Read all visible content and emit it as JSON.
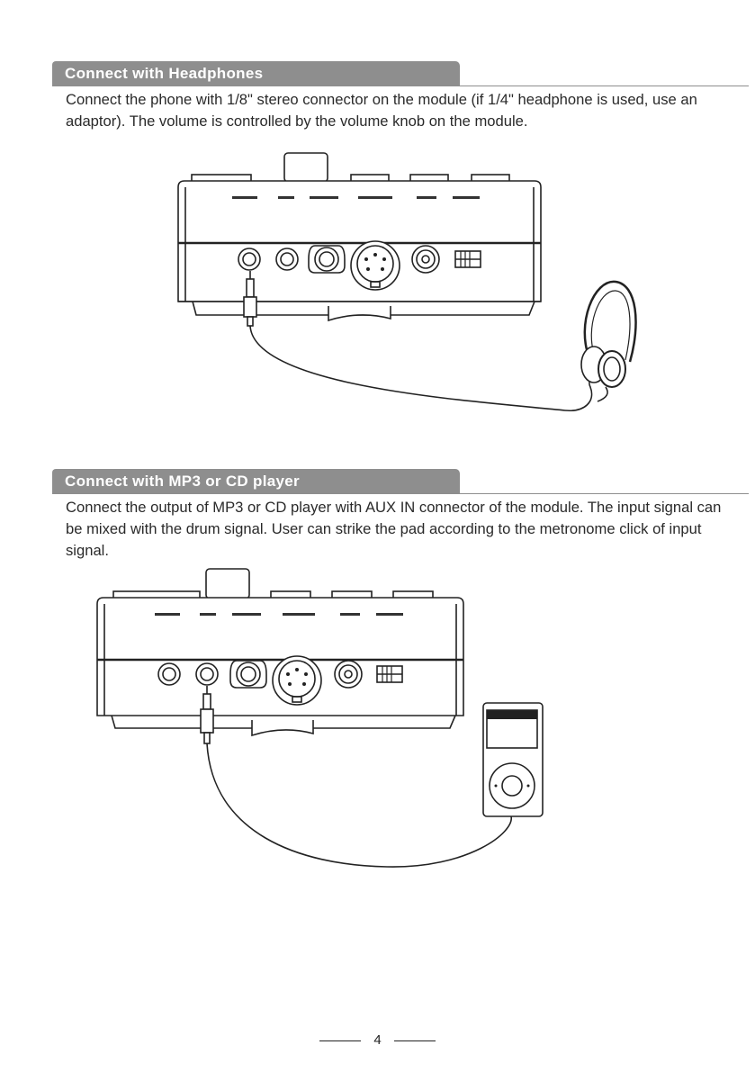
{
  "sections": [
    {
      "heading": "Connect with Headphones",
      "body": "Connect the phone with 1/8\" stereo connector on the module (if 1/4\" headphone is used, use an adaptor). The volume is controlled by the volume knob on the module."
    },
    {
      "heading": "Connect with MP3 or CD player",
      "body": "Connect the output of MP3 or CD player with AUX IN connector of the module. The input signal can be mixed with the drum signal. User can strike the pad according to the metronome click of input signal."
    }
  ],
  "figures": [
    {
      "device": "headphones",
      "icon": "headphones-icon"
    },
    {
      "device": "mp3-player",
      "icon": "mp3-player-icon"
    }
  ],
  "page_number": "4"
}
